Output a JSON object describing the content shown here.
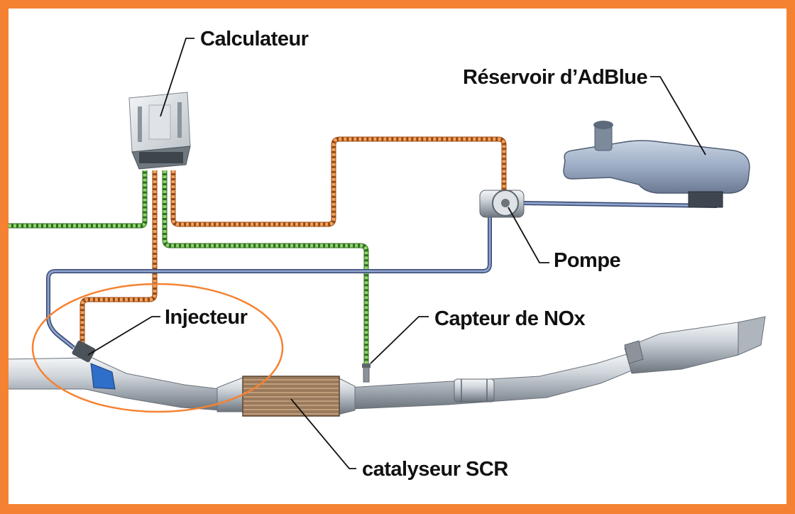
{
  "labels": {
    "calculateur": "Calculateur",
    "reservoir": "Réservoir d’AdBlue",
    "pompe": "Pompe",
    "injecteur": "Injecteur",
    "capteur": "Capteur de NOx",
    "catalyseur": "catalyseur SCR"
  },
  "colors": {
    "border": "#f58232",
    "highlight_ellipse": "#f58232",
    "wire_orange": "#e07a2c",
    "wire_green": "#5aab3a",
    "adblue_line": "#5b74a8"
  }
}
